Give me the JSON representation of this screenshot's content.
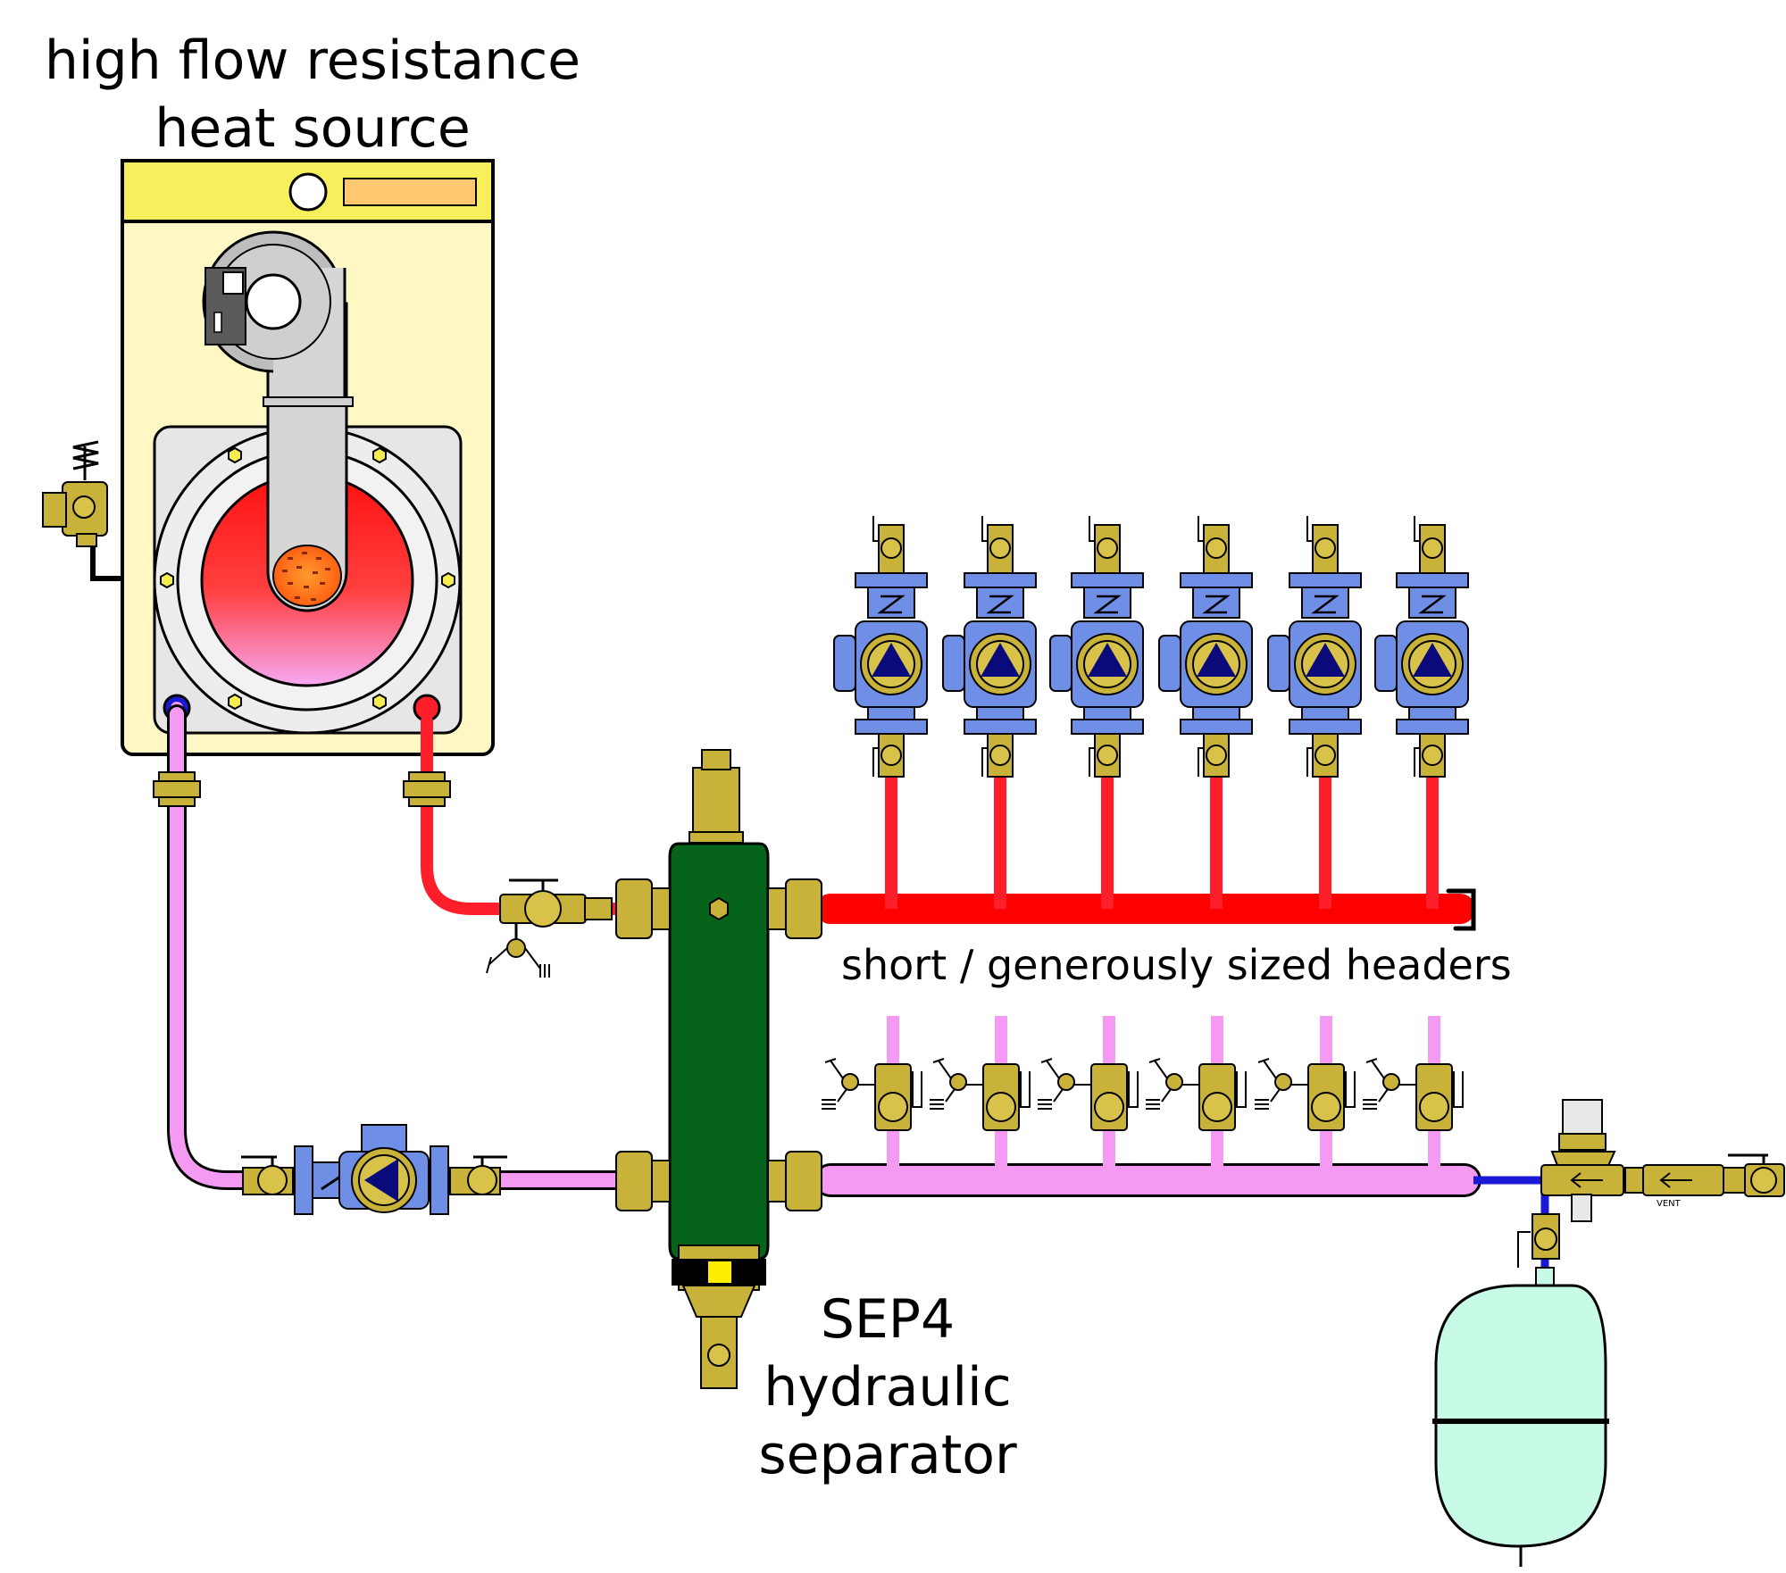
{
  "labels": {
    "heat_source": [
      "high flow resistance",
      "heat source"
    ],
    "headers": "short / generously sized headers",
    "separator": [
      "SEP4",
      "hydraulic",
      "separator"
    ],
    "vent_tag": "VENT"
  },
  "colors": {
    "supply": "#ff1f2a",
    "return": "#f59af3",
    "cold_water": "#1a1ad6",
    "brass": "#c9b23a",
    "pump_blue": "#6f8fe6",
    "separator_green": "#05641a",
    "boiler_body": "#fff8c4",
    "boiler_panel": "#f8ef5c",
    "expansion_tank": "#c8fbe6"
  },
  "icons": [
    "pressure-relief-valve-icon",
    "circulator-pump-icon",
    "zone-circulator-icon",
    "isolation-valve-icon",
    "air-vent-icon",
    "expansion-tank-icon",
    "pressure-reducing-valve-icon"
  ],
  "zone_count": 6
}
